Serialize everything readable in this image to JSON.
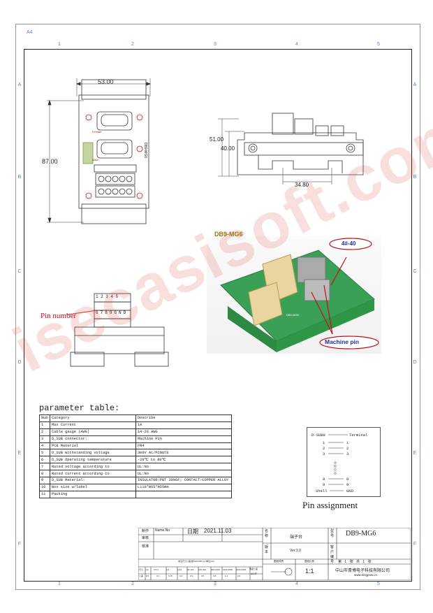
{
  "sheet": {
    "size": "A4",
    "cols": [
      "1",
      "2",
      "3",
      "4",
      "5"
    ],
    "rows": [
      "A",
      "B",
      "C",
      "D",
      "E",
      "F"
    ]
  },
  "drawing": {
    "dim_width": "53.00",
    "dim_height": "87.00",
    "dim_side_h1": "51.00",
    "dim_side_h2": "40.00",
    "dim_side_w": "34.80",
    "female": "Female",
    "male": "Male",
    "board_id": "DB9-MG6",
    "pin_row_top": [
      "1",
      "2",
      "3",
      "4",
      "5"
    ],
    "pin_row_bottom": [
      "6",
      "7",
      "8",
      "9",
      "GND"
    ],
    "pin_number_label": "Pin number",
    "photo_title": "DB9-MG6",
    "callout_screw": "4#-40",
    "callout_pin": "Machine pin",
    "pcb_mark": "DB9-MG6"
  },
  "params": {
    "title": "parameter table:",
    "header": {
      "num": "Num",
      "category": "Category",
      "describe": "Describe"
    },
    "rows": [
      {
        "num": "1",
        "category": "Max Current",
        "describe": "1A"
      },
      {
        "num": "2",
        "category": "Cable gauge (AWG)",
        "describe": "14-26 AWG"
      },
      {
        "num": "3",
        "category": "D_SUB connector:",
        "describe": "Machine Pin"
      },
      {
        "num": "4",
        "category": "PCB Material",
        "describe": "FR4"
      },
      {
        "num": "5",
        "category": "D_SUB Withstanding voltage",
        "describe": "300V AC/MINUTE"
      },
      {
        "num": "6",
        "category": "D_SUB Operating temperature",
        "describe": "-20℃ to 80℃"
      },
      {
        "num": "7",
        "category": "Rated voltage according to",
        "describe": "UL:No"
      },
      {
        "num": "8",
        "category": "Rated current according to",
        "describe": "UL:No"
      },
      {
        "num": "9",
        "category": "D_SUB Material:",
        "describe": "INSULATOR:PBT 30%GF; CONTACT:COPPER ALLOY"
      },
      {
        "num": "10",
        "category": "Box size w/label",
        "describe": "L110*W65*H55mm"
      },
      {
        "num": "11",
        "category": "Packing",
        "describe": ""
      }
    ]
  },
  "pins": {
    "left_head": "D-SUB9",
    "right_head": "Terminal",
    "pairs": [
      [
        "1",
        "1"
      ],
      [
        "2",
        "2"
      ],
      [
        "3",
        "3"
      ],
      [
        "8",
        "8"
      ],
      [
        "9",
        "9"
      ]
    ],
    "shell": "Shell",
    "gnd": "GND",
    "caption": "Pin assignment"
  },
  "titleblock": {
    "made": "制作",
    "name_no": "Name.No",
    "date_label": "日期",
    "date": "2021.11.03",
    "review": "审核",
    "approve": "核准",
    "name_label": "名称",
    "name": "端子台",
    "model_label": "型号",
    "model": "DB9-MG6",
    "version_label": "版本",
    "version": "Ver:1.0",
    "customer_label": "客户编号",
    "material": "图纸材质",
    "scale_label": "图纸比例",
    "scale": "1:1",
    "sheet_label": "第",
    "sheet_no": "1",
    "sheet_unit": "张",
    "sheet_total_label": "共",
    "sheet_total": "1",
    "sheet_total_unit": "张",
    "company": "中山市青博电子科技有限公司",
    "website": "www.kingpow.cn",
    "tol_title": "未注尺寸公差(依ISO2768-m) (单位mm)",
    "tol_size_label": "尺寸",
    "tol_size_unit": "mm",
    "tol_ranges": [
      "3-6",
      "6-30",
      "30-120",
      "120-400",
      "400-1000",
      "1000-2000",
      "2000-4000"
    ],
    "tol_precision_label": "公差",
    "tol_values": [
      "0.1",
      "0.15",
      "0.2",
      "0.3",
      "0.5",
      "0.8",
      "1.2",
      "2.0"
    ],
    "tol_first": "0.5",
    "tol_first_range": "0.5-3",
    "angle_label": "角度公差",
    "angle": "±0.5°"
  },
  "watermark": "isecasisoft.com",
  "colors": {
    "accent_red": "#c0101a",
    "pcb_green": "#4caf50",
    "grid_blue": "#5b7fb8"
  }
}
